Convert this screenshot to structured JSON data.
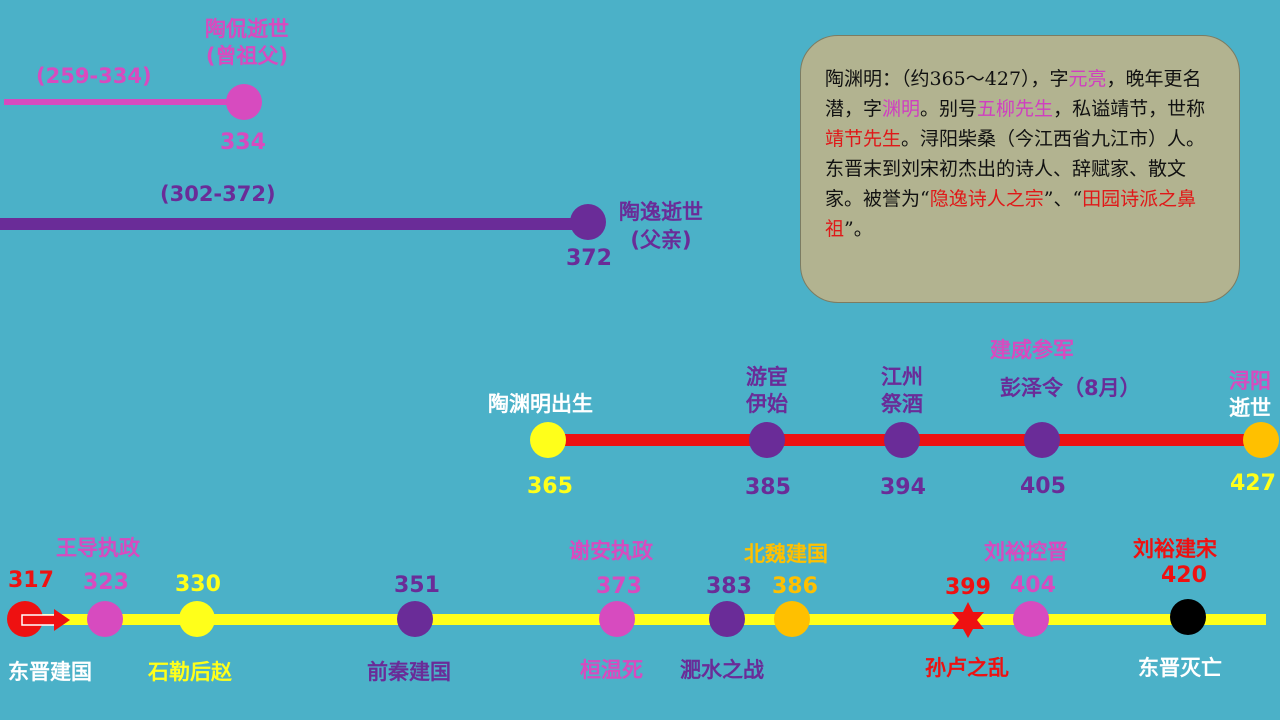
{
  "colors": {
    "background": "#4bb1c8",
    "pink": "#d74bbf",
    "purple": "#6a2c98",
    "red": "#ee1111",
    "yellow": "#ffff1a",
    "orange": "#ffc000",
    "black": "#000000"
  },
  "grandfather": {
    "title_line1": "陶侃逝世",
    "title_line2": "(曾祖父)",
    "span": "(259-334)",
    "year": "334"
  },
  "father": {
    "span": "(302-372)",
    "title_line1": "陶逸逝世",
    "title_line2": "(父亲)",
    "year": "372"
  },
  "info_box": {
    "p1": "陶渊明：（约365～427），字",
    "yuanliang": "元亮",
    "p2": "，晚年更名潜，字",
    "yuanming": "渊明",
    "p3": "。别号",
    "wuliu": "五柳先生",
    "p4": "，私谥靖节，世称",
    "jingjie": "靖节先生",
    "p5": "。浔阳柴桑（今江西省九江市）人。东晋末到刘宋初杰出的诗人、辞赋家、散文家。被誉为“",
    "yinyi": "隐逸诗人之宗",
    "p6": "”、“",
    "tianyuan": "田园诗派之鼻祖",
    "p7": "”。"
  },
  "life": {
    "birth_label": "陶渊明出生",
    "birth_year": "365",
    "youhuan_l1": "游宦",
    "youhuan_l2": "伊始",
    "youhuan_year": "385",
    "jiangzhou_l1": "江州",
    "jiangzhou_l2": "祭酒",
    "jiangzhou_year": "394",
    "jianwei": "建威参军",
    "pengze": "彭泽令（8月）",
    "pengze_year": "405",
    "death_l1": "浔阳",
    "death_l2": "逝世",
    "death_year": "427"
  },
  "era": {
    "y317": "317",
    "dongjin_jianguo": "东晋建国",
    "wangdao": "王导执政",
    "y323": "323",
    "y330": "330",
    "shile": "石勒后赵",
    "y351": "351",
    "qianqin": "前秦建国",
    "xiean": "谢安执政",
    "y373": "373",
    "huanwen": "桓温死",
    "y383": "383",
    "feishui": "淝水之战",
    "beiwei": "北魏建国",
    "y386": "386",
    "y399": "399",
    "sunlu": "孙卢之乱",
    "liuyu_kongjin": "刘裕控晋",
    "y404": "404",
    "liuyu_jiansong": "刘裕建宋",
    "y420": "420",
    "dongjin_miewang": "东晋灭亡"
  }
}
